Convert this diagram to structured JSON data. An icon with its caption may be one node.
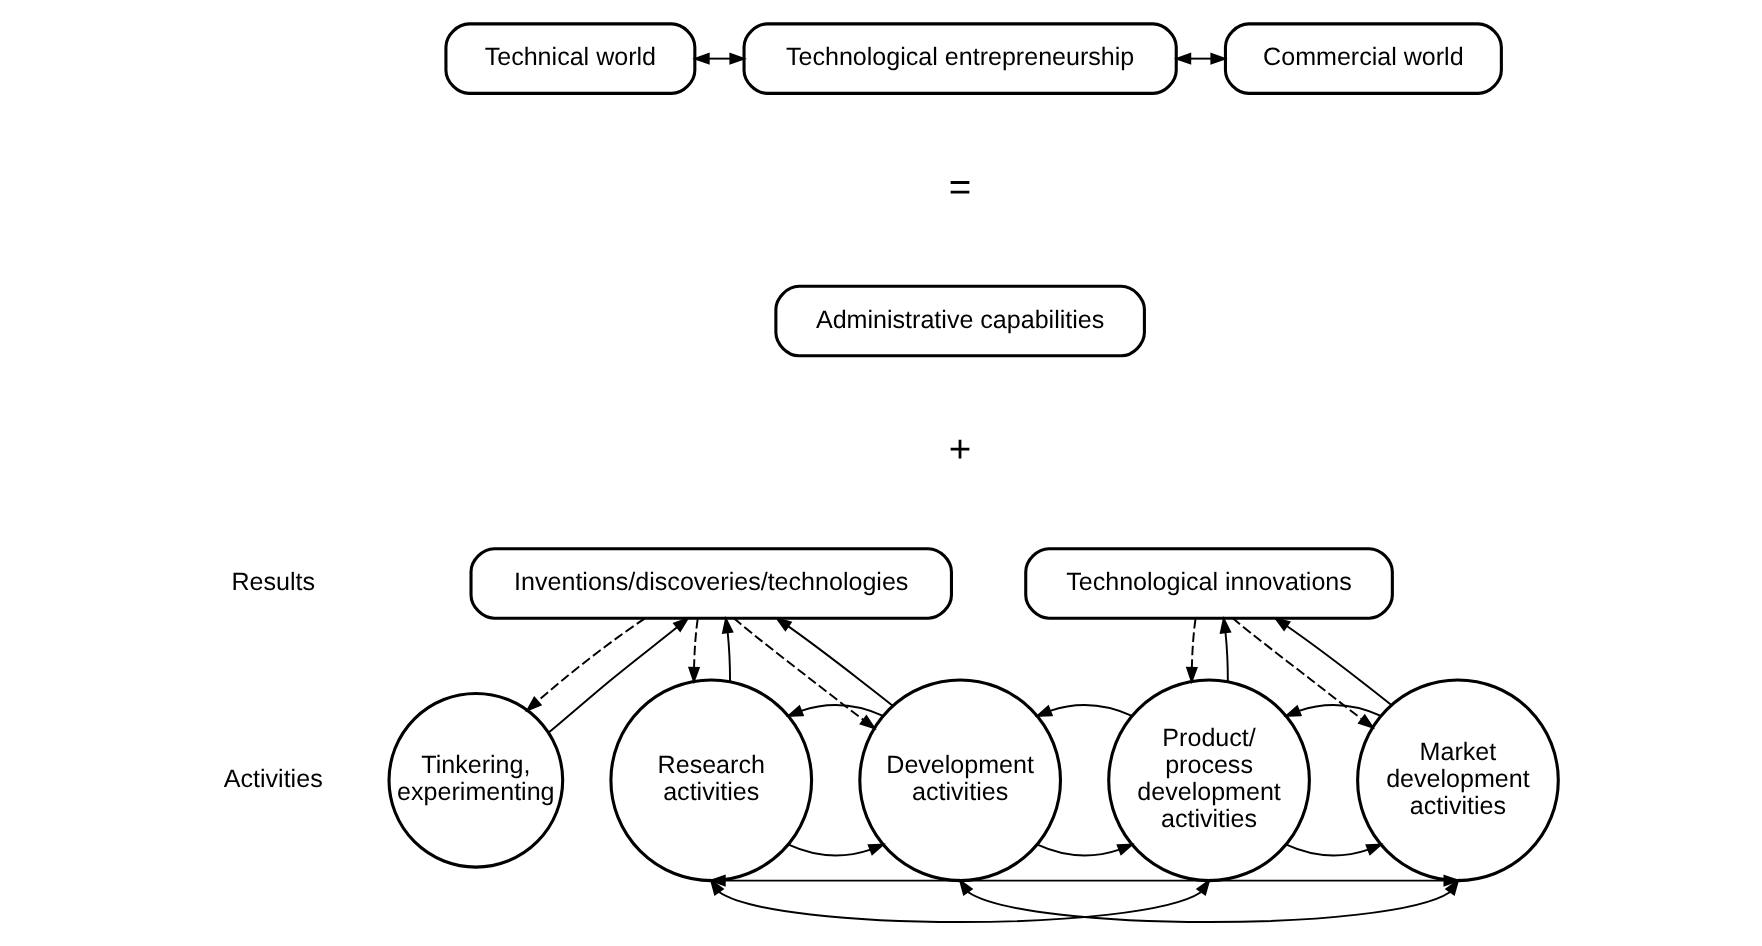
{
  "diagram": {
    "nodes": [
      {
        "text": [
          "Technical world"
        ]
      },
      {
        "text": [
          "Technological entrepreneurship"
        ]
      },
      {
        "text": [
          "Commercial world"
        ]
      },
      {
        "text": [
          "Administrative capabilities"
        ]
      },
      {
        "text": [
          "Inventions/discoveries/technologies"
        ]
      },
      {
        "text": [
          "Technological innovations"
        ]
      },
      {
        "text": [
          "Tinkering, experimenting"
        ]
      },
      {
        "text": [
          "Research activities"
        ]
      },
      {
        "text": [
          "Development activities"
        ]
      },
      {
        "text": [
          "Product/ process development activities"
        ]
      },
      {
        "text": [
          "Market development activities"
        ]
      }
    ],
    "edges": [
      {
        "from": 0,
        "to": 1,
        "arrow": "both"
      },
      {
        "from": 1,
        "to": 2,
        "arrow": "both"
      },
      {
        "from": 6,
        "to": 4,
        "arrow": "to"
      },
      {
        "from": 4,
        "to": 6,
        "arrow": "to",
        "style": "dashed"
      },
      {
        "from": 7,
        "to": 4,
        "arrow": "to"
      },
      {
        "from": 4,
        "to": 7,
        "arrow": "to",
        "style": "dashed"
      },
      {
        "from": 8,
        "to": 4,
        "arrow": "to"
      },
      {
        "from": 4,
        "to": 8,
        "arrow": "to",
        "style": "dashed"
      },
      {
        "from": 9,
        "to": 5,
        "arrow": "to"
      },
      {
        "from": 5,
        "to": 9,
        "arrow": "to",
        "style": "dashed"
      },
      {
        "from": 10,
        "to": 5,
        "arrow": "to"
      },
      {
        "from": 5,
        "to": 10,
        "arrow": "to",
        "style": "dashed"
      },
      {
        "from": 7,
        "to": 8,
        "arrow": "to"
      },
      {
        "from": 8,
        "to": 7,
        "arrow": "to"
      },
      {
        "from": 8,
        "to": 9,
        "arrow": "to"
      },
      {
        "from": 9,
        "to": 8,
        "arrow": "to"
      },
      {
        "from": 9,
        "to": 10,
        "arrow": "to"
      },
      {
        "from": 10,
        "to": 9,
        "arrow": "to"
      },
      {
        "from": 7,
        "to": 9,
        "arrow": "both"
      },
      {
        "from": 8,
        "to": 10,
        "arrow": "both"
      },
      {
        "from": 7,
        "to": 10,
        "arrow": "both"
      }
    ],
    "labels": [
      "=",
      "+",
      "Results",
      "Activities"
    ]
  }
}
